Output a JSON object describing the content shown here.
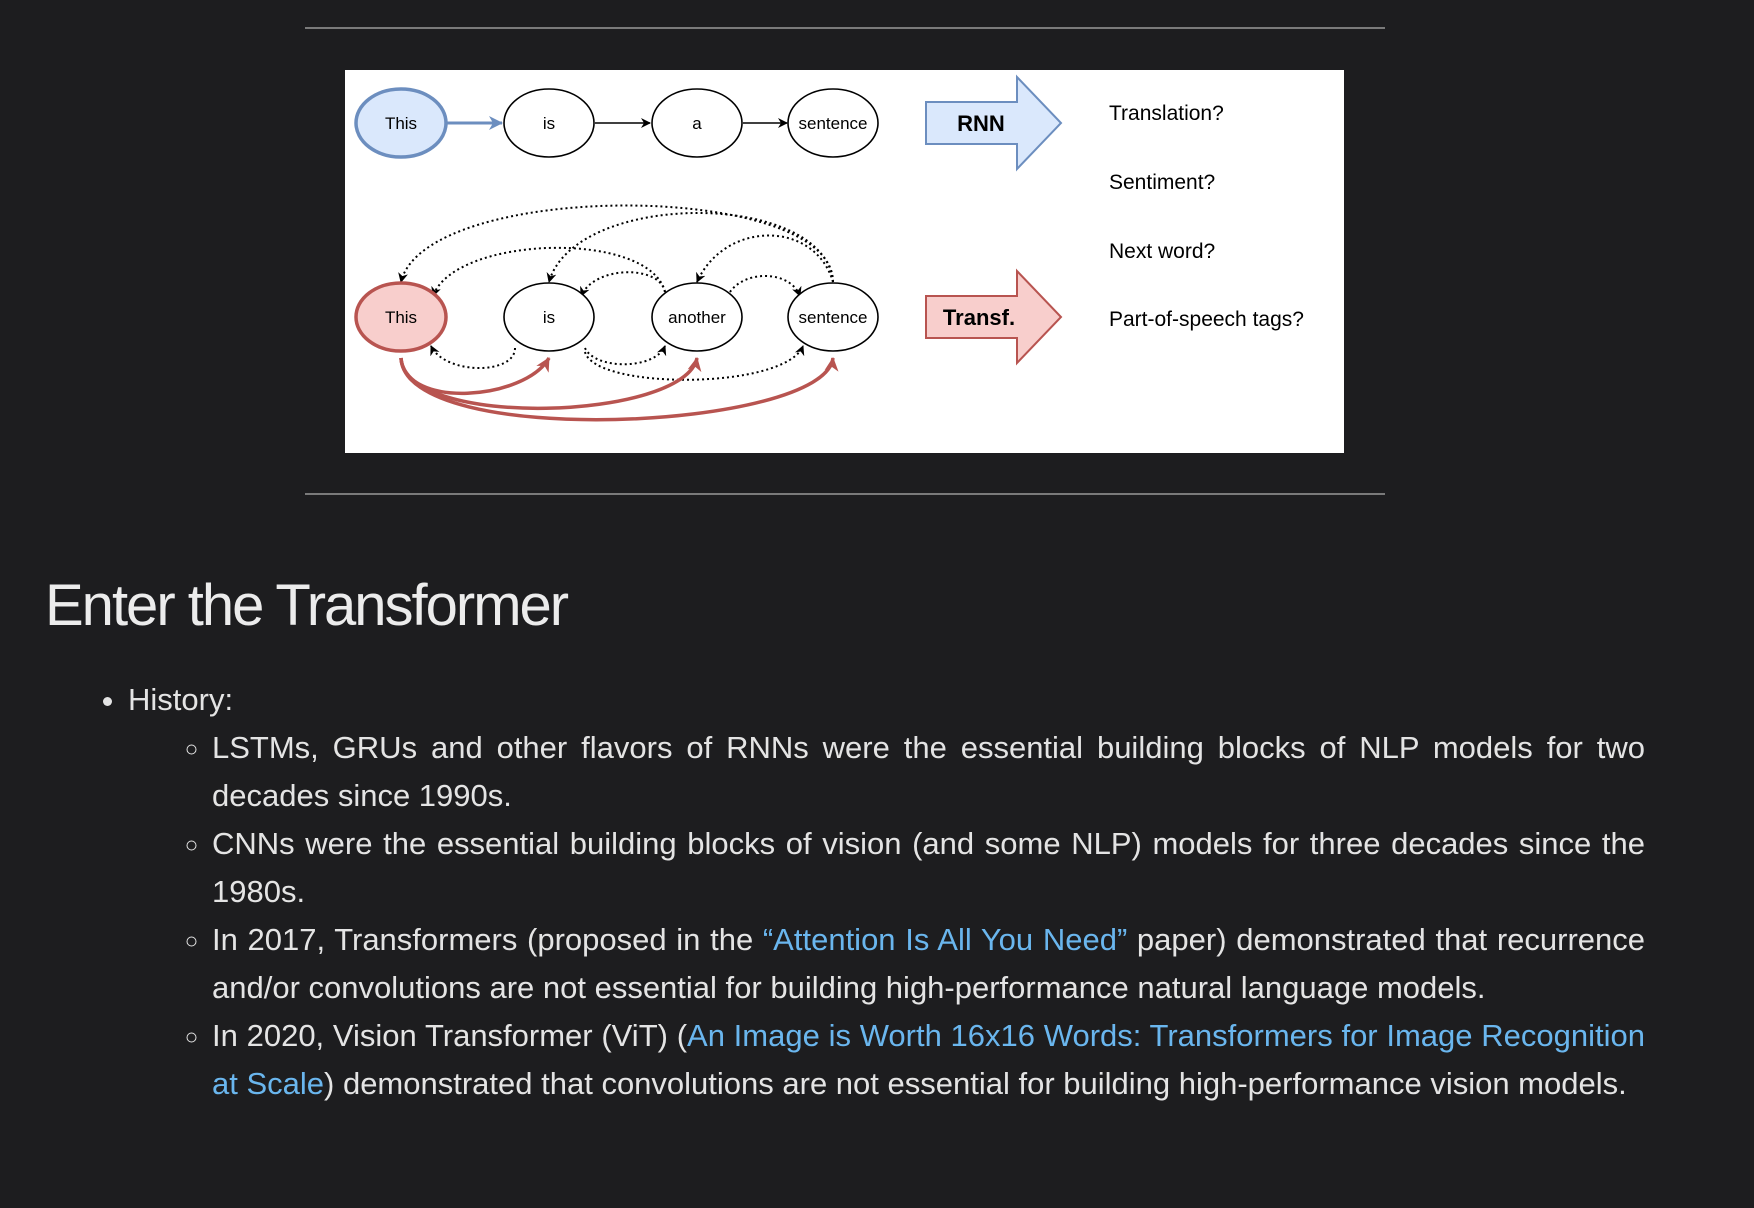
{
  "figure": {
    "rnn_row": [
      "This",
      "is",
      "a",
      "sentence"
    ],
    "transformer_row": [
      "This",
      "is",
      "another",
      "sentence"
    ],
    "rnn_arrow_label": "RNN",
    "transformer_arrow_label": "Transf.",
    "tasks": [
      "Translation?",
      "Sentiment?",
      "Next word?",
      "Part-of-speech tags?"
    ]
  },
  "section_title": "Enter the Transformer",
  "history": {
    "label": "History:",
    "item1": "LSTMs, GRUs and other flavors of RNNs were the essential building blocks of NLP models for two decades since 1990s.",
    "item2": "CNNs were the essential building blocks of vision (and some NLP) models for three decades since the 1980s.",
    "item3_pre": "In 2017, Transformers (proposed in the ",
    "item3_link": "“Attention Is All You Need”",
    "item3_post": " paper) demonstrated that recurrence and/or convolutions are not essential for building high-performance natural language models.",
    "item4_pre": "In 2020, Vision Transformer (ViT) (",
    "item4_link": "An Image is Worth 16x16 Words: Transformers for Image Recognition at Scale",
    "item4_post": ") demonstrated that convolutions are not essential for building high-performance vision models."
  },
  "colors": {
    "background": "#1d1d1f",
    "link": "#6ab6ee",
    "rnn_fill": "#dae8fc",
    "rnn_stroke": "#6c8ebf",
    "transformer_fill": "#f8cecc",
    "transformer_stroke": "#b85450"
  }
}
